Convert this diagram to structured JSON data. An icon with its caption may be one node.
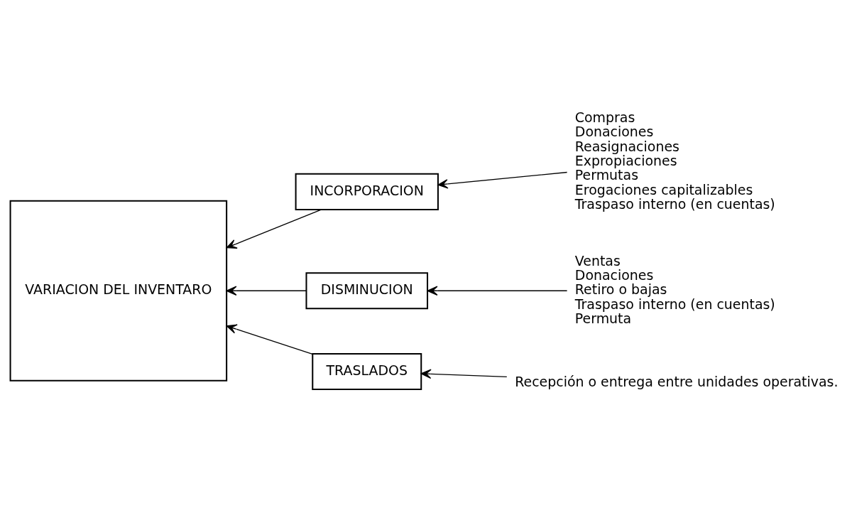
{
  "diagram": {
    "nodes": [
      {
        "text": [
          "VARIACION DEL INVENTARO"
        ]
      },
      {
        "text": [
          "INCORPORACION"
        ]
      },
      {
        "text": [
          "Compras",
          "Donaciones",
          "Reasignaciones",
          "Expropiaciones",
          "Permutas",
          "Erogaciones capitalizables",
          "Traspaso interno (en cuentas)"
        ]
      },
      {
        "text": [
          "DISMINUCION"
        ]
      },
      {
        "text": [
          "Ventas",
          "Donaciones",
          "Retiro o bajas",
          "Traspaso interno (en cuentas)",
          "Permuta"
        ]
      },
      {
        "text": [
          "TRASLADOS"
        ]
      },
      {
        "text": [
          "Recepción o entrega entre unidades operativas."
        ]
      }
    ],
    "edges": [
      {
        "from": 1,
        "to": 0,
        "arrow": "to"
      },
      {
        "from": 2,
        "to": 1,
        "arrow": "to"
      },
      {
        "from": 3,
        "to": 0,
        "arrow": "to"
      },
      {
        "from": 4,
        "to": 3,
        "arrow": "to"
      },
      {
        "from": 5,
        "to": 0,
        "arrow": "to"
      },
      {
        "from": 6,
        "to": 5,
        "arrow": "to"
      }
    ]
  }
}
